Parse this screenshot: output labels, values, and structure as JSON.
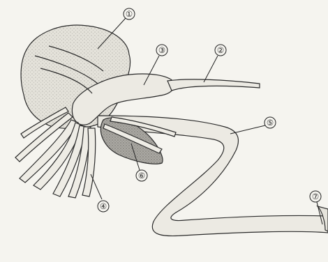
{
  "diagram": {
    "subject": "seed-germination-illustration",
    "labels": [
      {
        "id": "1",
        "text": "①"
      },
      {
        "id": "2",
        "text": "②"
      },
      {
        "id": "3",
        "text": "③"
      },
      {
        "id": "4",
        "text": "④"
      },
      {
        "id": "5",
        "text": "⑤"
      },
      {
        "id": "6",
        "text": "⑥"
      },
      {
        "id": "7",
        "text": "⑦"
      }
    ],
    "colors": {
      "background": "#f5f4ef",
      "line": "#2a2a2a",
      "part_light": "#e2e0d8",
      "part_mid": "#d7d5cc",
      "part_dark": "#9d9b95"
    }
  }
}
